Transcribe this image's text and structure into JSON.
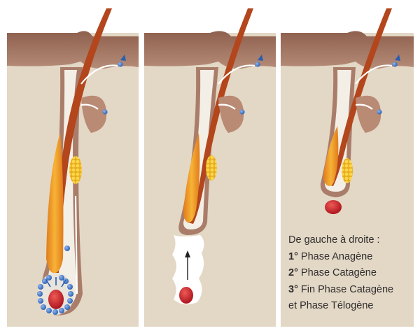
{
  "caption": {
    "intro": "De gauche à droite :",
    "items": [
      {
        "num": "1°",
        "text": "Phase Anagène"
      },
      {
        "num": "2°",
        "text": "Phase Catagène"
      },
      {
        "num": "3°",
        "text": "Fin Phase Catagène"
      }
    ],
    "last_line": "et Phase Télogène"
  },
  "colors": {
    "skin_surface": "#9a6a57",
    "dermis": "#e2d6c4",
    "hair_shaft": "#b3461c",
    "hair_core": "#f1a329",
    "sebaceous_gland": "#f2c83e",
    "papilla": "#c8171f",
    "cells": "#3a6fc1",
    "arrows": "#ffffff",
    "panel_border": "#ffffff"
  },
  "icons": [
    "hair-follicle-anagen",
    "hair-follicle-catagen",
    "hair-follicle-telogen",
    "dermal-papilla",
    "upward-arrow-icon"
  ]
}
